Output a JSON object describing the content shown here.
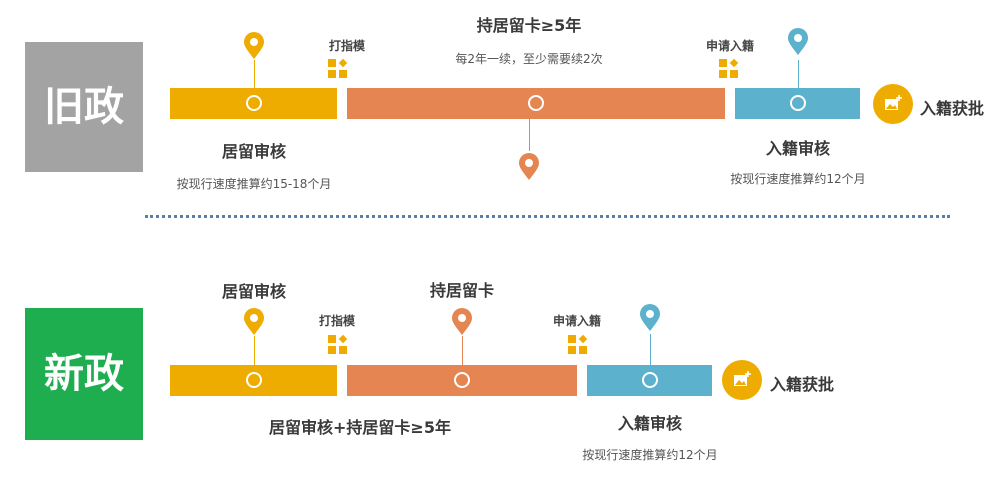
{
  "colors": {
    "yellow": "#eeac00",
    "orange": "#e58652",
    "blue": "#5cb1cc",
    "gray": "#a3a3a3",
    "green": "#1fae4f",
    "dots": "#5a7fa6"
  },
  "old": {
    "label": "旧政",
    "stage1": "居留审核",
    "stage1_note": "按现行速度推算约15-18个月",
    "fingerprint": "打指模",
    "stage2": "持居留卡≥5年",
    "stage2_note": "每2年一续，至少需要续2次",
    "apply": "申请入籍",
    "stage3": "入籍审核",
    "stage3_note": "按现行速度推算约12个月",
    "result": "入籍获批"
  },
  "new": {
    "label": "新政",
    "stage1": "居留审核",
    "fingerprint": "打指模",
    "stage2": "持居留卡",
    "combined": "居留审核+持居留卡≥5年",
    "apply": "申请入籍",
    "stage3": "入籍审核",
    "stage3_note": "按现行速度推算约12个月",
    "result": "入籍获批"
  }
}
